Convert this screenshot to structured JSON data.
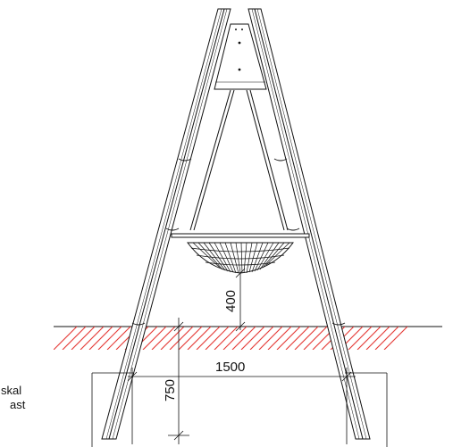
{
  "dimensions": {
    "seat_height": "400",
    "leg_spacing": "1500",
    "embed_depth": "750"
  },
  "note": {
    "line1": "skal",
    "line2": "ast"
  },
  "colors": {
    "ground_hatch": "#e53935",
    "line": "#111111",
    "background": "#ffffff"
  }
}
